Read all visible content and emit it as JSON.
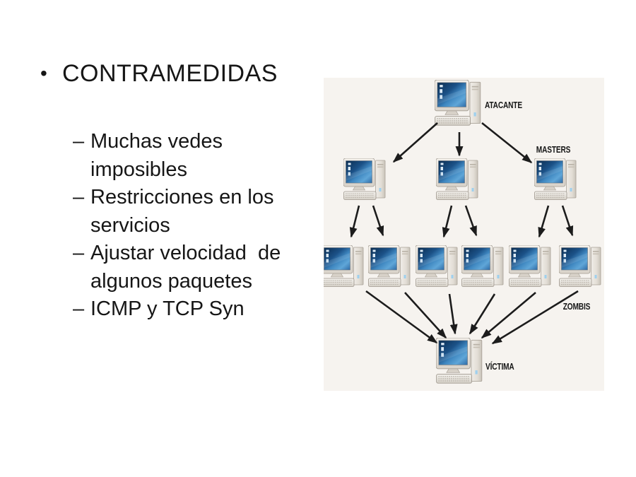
{
  "slide": {
    "title_marker": "•",
    "title": "CONTRAMEDIDAS",
    "item_marker": "–",
    "bullets": [
      {
        "lines": [
          "Muchas vedes",
          "imposibles"
        ]
      },
      {
        "lines": [
          "Restricciones en los",
          "servicios"
        ]
      },
      {
        "lines": [
          "Ajustar velocidad  de",
          "algunos paquetes"
        ]
      },
      {
        "lines": [
          "ICMP y TCP Syn"
        ]
      }
    ]
  },
  "diagram": {
    "type": "ddos-attack-tree",
    "background": "#f6f3ef",
    "arrow_color": "#1c1c1c",
    "labels": {
      "attacker": "ATACANTE",
      "masters": "MASTERS",
      "zombies": "ZOMBIS",
      "victim": "VÍCTIMA"
    },
    "counts": {
      "attacker": 1,
      "masters": 3,
      "zombies": 6,
      "victims": 1
    }
  }
}
